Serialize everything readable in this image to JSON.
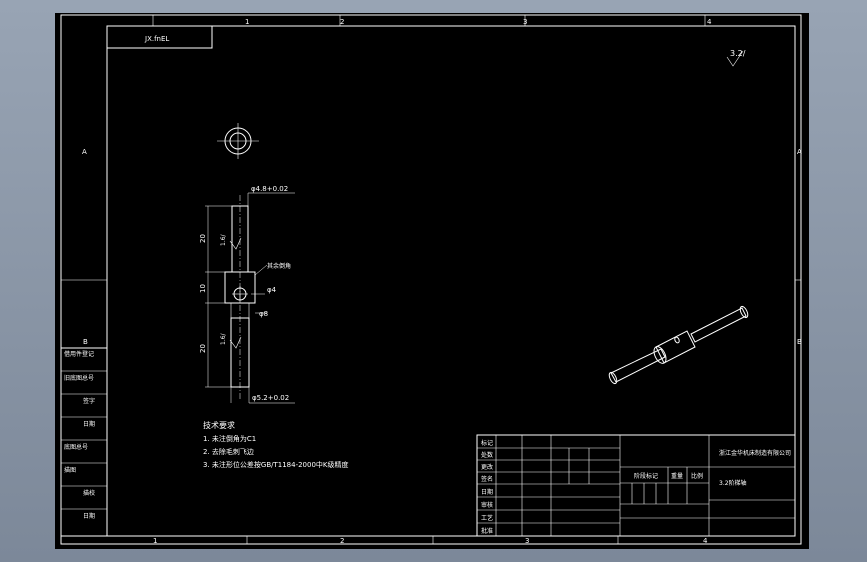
{
  "sheet": {
    "zone_numbers_top": [
      "1",
      "2",
      "3",
      "4"
    ],
    "zone_numbers_bottom": [
      "1",
      "2",
      "3",
      "4"
    ],
    "zone_letters_left": [
      "A",
      "B"
    ],
    "zone_letters_right": [
      "A",
      "B"
    ],
    "drawing_number_box": "JX.fnEL"
  },
  "surface_finish": {
    "value": "3.2/"
  },
  "dimensions": {
    "top_diameter": "φ4.8+0.02",
    "bottom_diameter": "φ5.2+0.02",
    "hole_diameter": "φ4",
    "body_diameter": "φ8",
    "top_length": "20",
    "middle_length": "10",
    "bottom_length": "20",
    "roughness_top": "1.6/",
    "roughness_bottom": "1.6/",
    "leader_note": "其余倒角"
  },
  "tech_notes": {
    "title": "技术要求",
    "lines": [
      "1. 未注倒角为C1",
      "2. 去除毛刺飞边",
      "3. 未注形位公差按GB/T1184-2000中K级精度"
    ]
  },
  "left_stack": {
    "labels": [
      "借用件登记",
      "旧底图总号",
      "签字",
      "日期",
      "底图总号",
      "描图",
      "描校",
      "日期"
    ]
  },
  "title_block": {
    "company": "浙江金华机床制造有限公司",
    "part_name": "3.2阶梯轴",
    "row_labels": [
      "标记",
      "处数",
      "更改",
      "签名",
      "日期",
      "审核",
      "工艺",
      "批准"
    ],
    "mid_headers": [
      "阶段标记",
      "重量",
      "比例"
    ]
  }
}
